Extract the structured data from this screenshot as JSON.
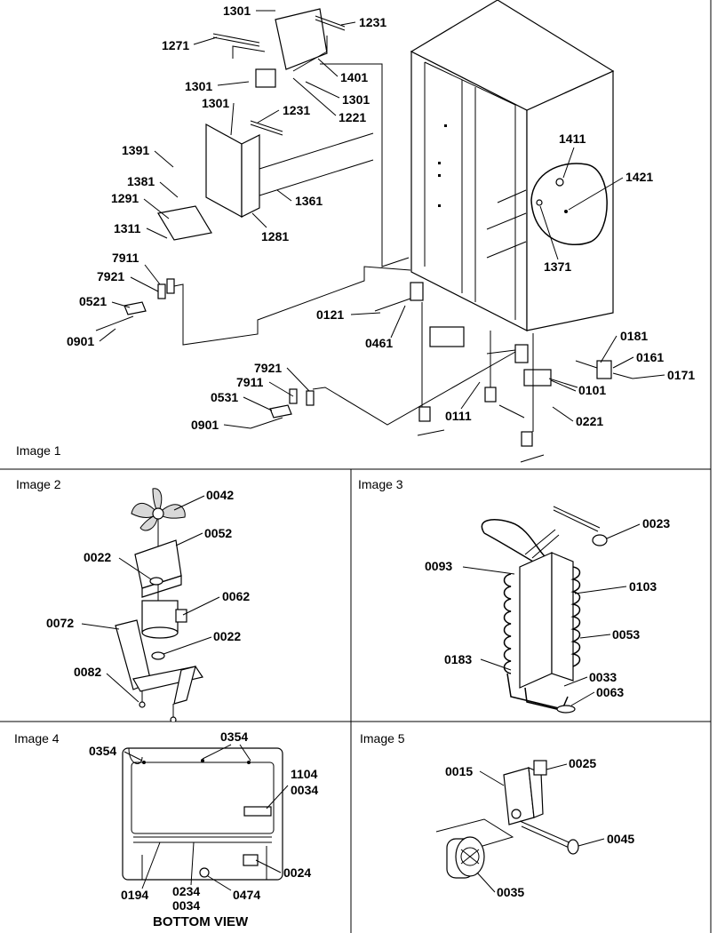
{
  "panels": [
    {
      "id": "image1",
      "label": "Image 1"
    },
    {
      "id": "image2",
      "label": "Image 2"
    },
    {
      "id": "image3",
      "label": "Image 3"
    },
    {
      "id": "image4",
      "label": "Image 4"
    },
    {
      "id": "image5",
      "label": "Image 5"
    }
  ],
  "image1": {
    "parts": [
      "1301",
      "1231",
      "1271",
      "1401",
      "1301",
      "1301",
      "1221",
      "1301",
      "1231",
      "1391",
      "1381",
      "1291",
      "1361",
      "1311",
      "1281",
      "1411",
      "1421",
      "1371",
      "7911",
      "7921",
      "0521",
      "0901",
      "0121",
      "0461",
      "0181",
      "0161",
      "0171",
      "0101",
      "0221",
      "7921",
      "7911",
      "0531",
      "0901",
      "0111"
    ]
  },
  "image2": {
    "parts": [
      "0042",
      "0052",
      "0022",
      "0062",
      "0072",
      "0022",
      "0082"
    ]
  },
  "image3": {
    "parts": [
      "0023",
      "0093",
      "0103",
      "0053",
      "0183",
      "0033",
      "0063"
    ]
  },
  "image4": {
    "parts": [
      "0354",
      "0354",
      "1104",
      "0034",
      "0024",
      "0194",
      "0234",
      "0034",
      "0474"
    ],
    "caption": "BOTTOM VIEW"
  },
  "image5": {
    "parts": [
      "0015",
      "0025",
      "0045",
      "0035"
    ]
  }
}
